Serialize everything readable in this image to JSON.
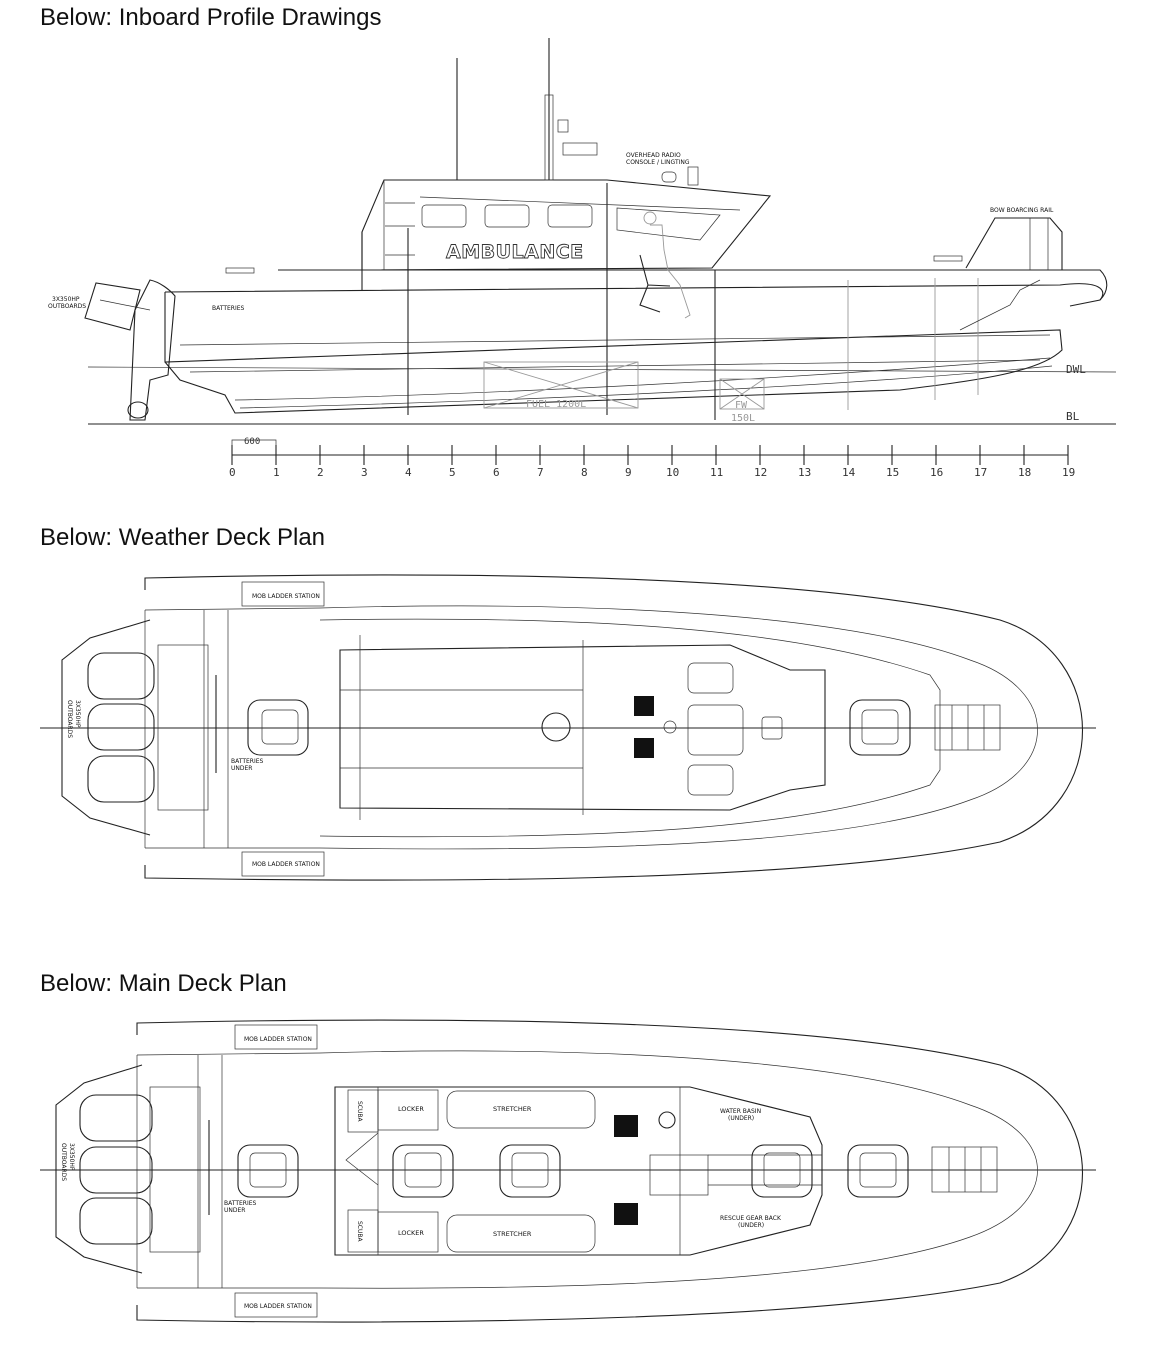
{
  "headings": {
    "profile": "Below: Inboard Profile Drawings",
    "weather_deck": "Below: Weather Deck Plan",
    "main_deck": "Below: Main Deck Plan"
  },
  "profile": {
    "ambulance_text": "AMBULANCE",
    "overhead_label_1": "OVERHEAD RADIO",
    "overhead_label_2": "CONSOLE / LINGTING",
    "bow_rail_label": "BOW BOARCING RAIL",
    "outboards_label_1": "3X350HP",
    "outboards_label_2": "OUTBOARDS",
    "batteries_label": "BATTERIES",
    "fuel_tank_label": "FUEL 1200L",
    "fw_tank_label": "FW",
    "fw_tank_capacity": "150L",
    "dwl_label": "DWL",
    "bl_label": "BL",
    "scale_spacing_label": "600",
    "scale_ticks": [
      "0",
      "1",
      "2",
      "3",
      "4",
      "5",
      "6",
      "7",
      "8",
      "9",
      "10",
      "11",
      "12",
      "13",
      "14",
      "15",
      "16",
      "17",
      "18",
      "19"
    ]
  },
  "weather_deck": {
    "mob_top": "MOB LADDER STATION",
    "mob_bottom": "MOB LADDER STATION",
    "batteries_1": "BATTERIES",
    "batteries_2": "UNDER",
    "outboards_1": "3X350HP",
    "outboards_2": "OUTBOARDS"
  },
  "main_deck": {
    "mob_top": "MOB LADDER STATION",
    "mob_bottom": "MOB LADDER STATION",
    "batteries_1": "BATTERIES",
    "batteries_2": "UNDER",
    "outboards_1": "3X350HP",
    "outboards_2": "OUTBOARDS",
    "scuba_top": "SCUBA",
    "scuba_bottom": "SCUBA",
    "locker_top": "LOCKER",
    "locker_bottom": "LOCKER",
    "stretcher_top": "STRETCHER",
    "stretcher_bottom": "STRETCHER",
    "water_basin_1": "WATER BASIN",
    "water_basin_2": "(UNDER)",
    "rescue_gear_1": "RESCUE GEAR BACK",
    "rescue_gear_2": "(UNDER)"
  }
}
